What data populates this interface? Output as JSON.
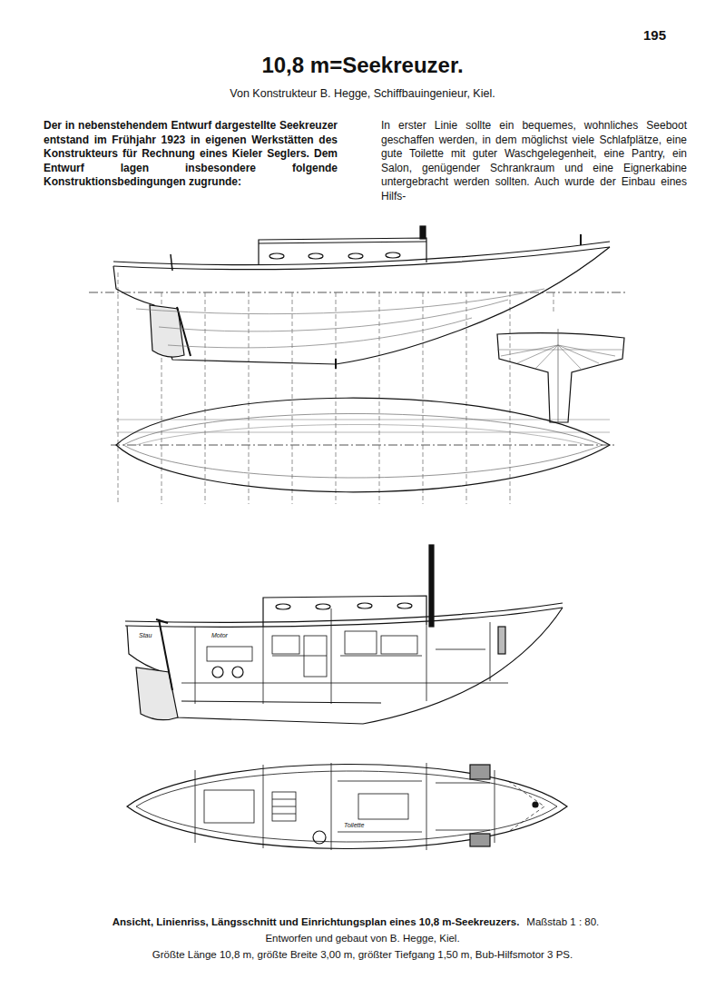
{
  "diagram": {
    "title": "10,8 m=Seekreuzer.",
    "caption": "Ansicht, Linienriss, Längsschnitt und Einrichtungsplan eines 10,8 m-Seekreuzers.",
    "labels": [
      "195",
      "Von Konstrukteur B. Hegge, Schiffbauingenieur, Kiel.",
      "Der in nebenstehendem Entwurf dargestellte Seekreuzer entstand im Frühjahr 1923 in eigenen Werkstätten des Konstrukteurs für Rechnung eines Kieler Seglers. Dem Entwurf lagen insbesondere folgende Konstruktionsbedingungen zugrunde:",
      "In erster Linie sollte ein bequemes, wohnliches Seeboot geschaffen werden, in dem möglichst viele Schlafplätze, eine gute Toilette mit guter Waschgelegenheit, eine Pantry, ein Salon, genügender Schrankraum und eine Eignerkabine untergebracht werden sollten. Auch wurde der Einbau eines Hilfs-",
      "Stau",
      "Motor",
      "Toilette",
      "Maßstab 1 : 80.",
      "Entworfen und gebaut von B. Hegge, Kiel.",
      "Größte Länge 10,8 m, größte Breite 3,00 m, größter Tiefgang 1,50 m, Bub-Hilfsmotor 3 PS."
    ]
  }
}
